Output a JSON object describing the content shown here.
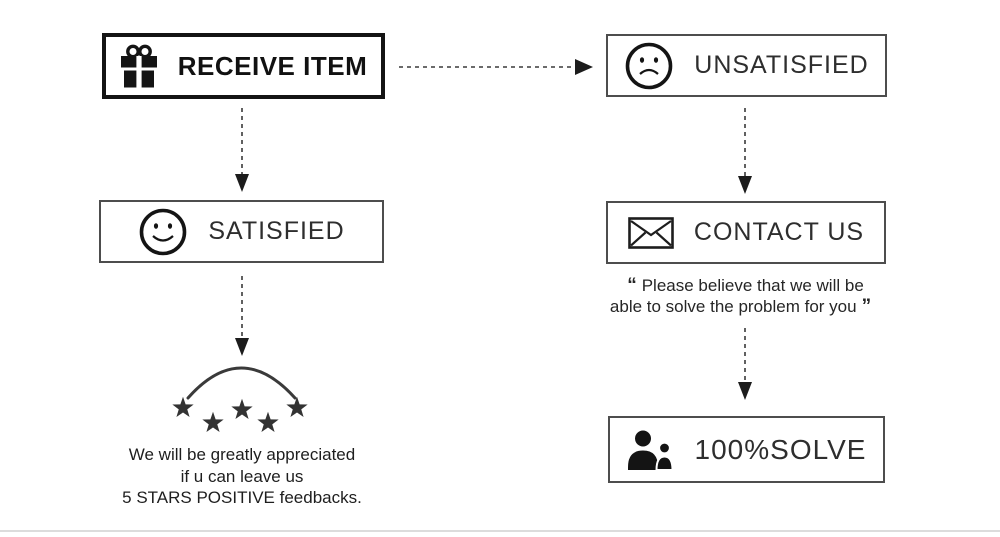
{
  "flow": {
    "receive_item": {
      "label": "RECEIVE ITEM",
      "icon": "gift-icon"
    },
    "unsatisfied": {
      "label": "UNSATISFIED",
      "icon": "sad-face-icon"
    },
    "satisfied": {
      "label": "SATISFIED",
      "icon": "smiley-face-icon"
    },
    "contact_us": {
      "label": "CONTACT US",
      "icon": "envelope-icon"
    },
    "solve": {
      "label": "100%SOLVE",
      "icon": "people-icon"
    },
    "quote": {
      "open_mark": "“",
      "line1": "Please believe that we will be",
      "line2": "able to solve the problem for you",
      "close_mark": "”"
    },
    "feedback_note": {
      "line1": "We will be greatly appreciated",
      "line2": "if u can leave us",
      "line3": "5 STARS POSITIVE feedbacks."
    },
    "stars_count": 5
  },
  "colors": {
    "ink": "#141414",
    "border_heavy": "#141414",
    "border_light": "#4d4d4d",
    "star": "#333333",
    "baseline": "#dcdcdc",
    "background": "#ffffff"
  }
}
